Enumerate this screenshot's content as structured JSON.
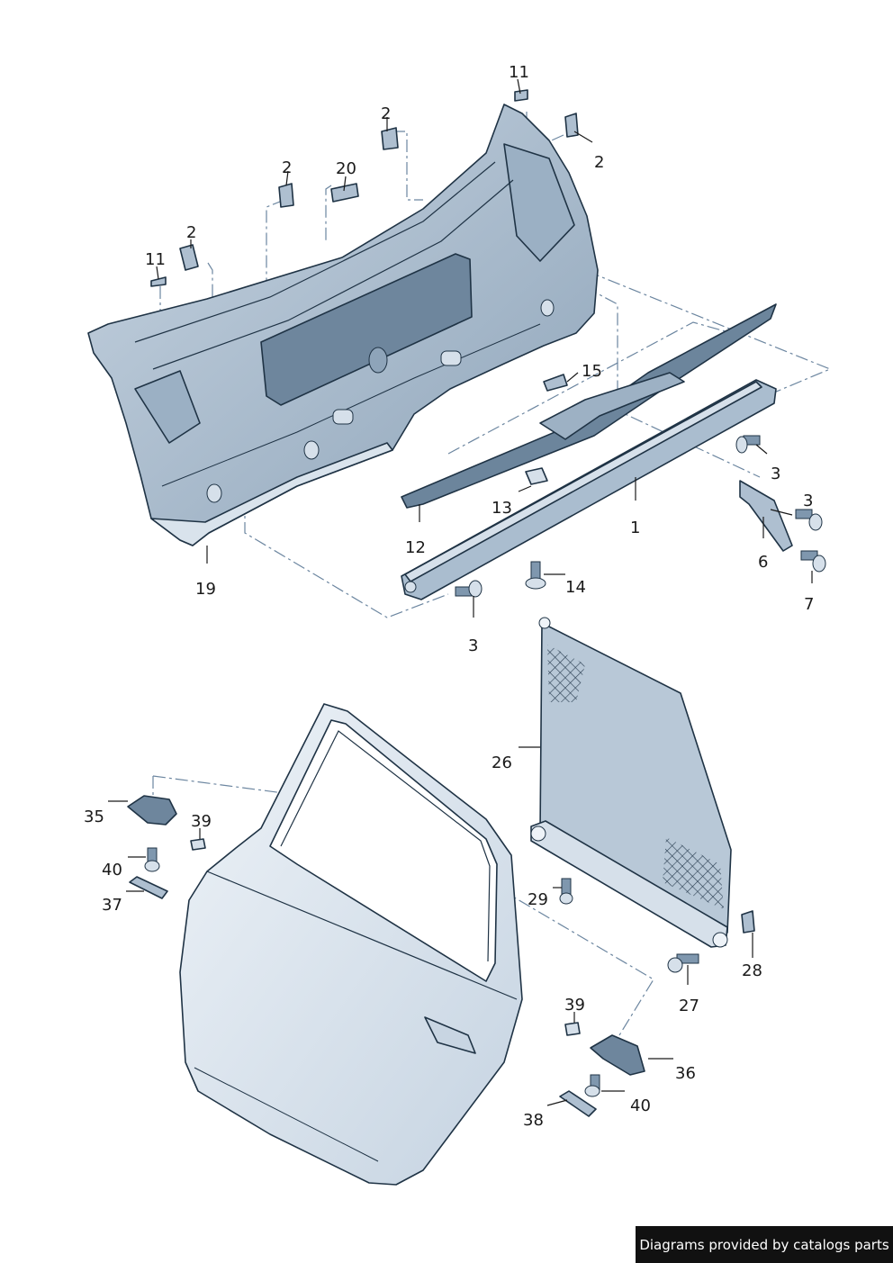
{
  "footer": {
    "text": "Diagrams provided by catalogs parts"
  },
  "callouts": [
    "11",
    "2",
    "2",
    "20",
    "2",
    "2",
    "11",
    "15",
    "3",
    "3",
    "13",
    "1",
    "12",
    "6",
    "7",
    "19",
    "3",
    "14",
    "26",
    "35",
    "39",
    "40",
    "37",
    "29",
    "28",
    "27",
    "39",
    "36",
    "40",
    "38"
  ],
  "colors": {
    "part_fill": "#aebfd0",
    "part_dark": "#7f97ae",
    "part_light": "#d6e0ea",
    "outline": "#1f3345",
    "dash": "#6c86a0"
  }
}
